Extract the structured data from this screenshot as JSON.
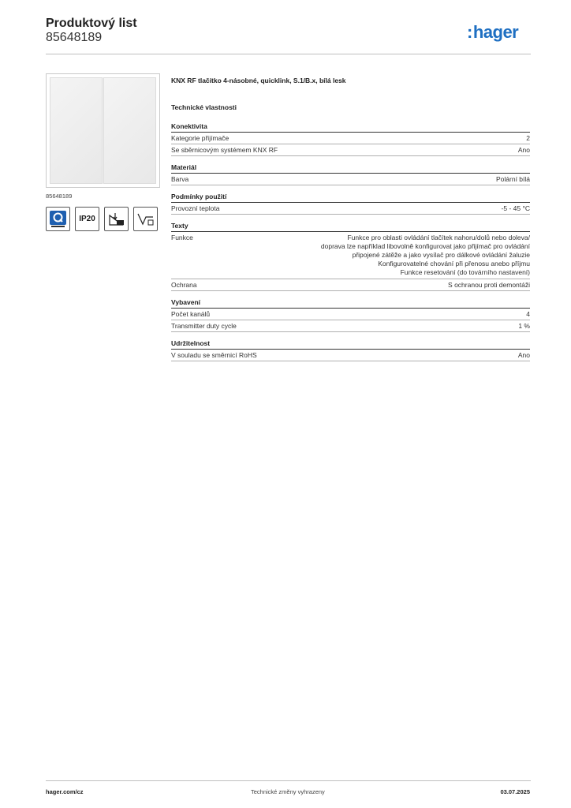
{
  "header": {
    "title": "Produktový list",
    "product_number": "85648189",
    "logo_text": "hager",
    "brand_color": "#1e6fc2"
  },
  "product": {
    "image_ref": "85648189",
    "title": "KNX RF tlačítko 4-násobné, quicklink, S.1/B.x, bílá lesk",
    "badges": {
      "ip": "IP20",
      "icon_names": [
        "quicklink-icon",
        "ip20-badge",
        "mounting-depth-icon",
        "wall-mount-icon"
      ]
    }
  },
  "specs": {
    "heading": "Technické vlastnosti",
    "groups": [
      {
        "title": "Konektivita",
        "rows": [
          {
            "label": "Kategorie přijímače",
            "value": "2"
          },
          {
            "label": "Se sběrnicovým systémem KNX RF",
            "value": "Ano"
          }
        ]
      },
      {
        "title": "Materiál",
        "rows": [
          {
            "label": "Barva",
            "value": "Polární bílá"
          }
        ]
      },
      {
        "title": "Podmínky použití",
        "rows": [
          {
            "label": "Provozní teplota",
            "value": "-5 - 45 °C"
          }
        ]
      },
      {
        "title": "Texty",
        "rows": [
          {
            "label": "Funkce",
            "value_lines": [
              "Funkce pro oblasti ovládání tlačítek nahoru/dolů nebo doleva/",
              "doprava lze například libovolně konfigurovat jako přijímač pro ovládání",
              "připojené zátěže a jako vysílač pro dálkové ovládání žaluzie",
              "Konfigurovatelné chování při přenosu anebo příjmu",
              "Funkce resetování (do továrního nastavení)"
            ]
          },
          {
            "label": "Ochrana",
            "value": "S ochranou proti demontáži"
          }
        ]
      },
      {
        "title": "Vybavení",
        "rows": [
          {
            "label": "Počet kanálů",
            "value": "4"
          },
          {
            "label": "Transmitter duty cycle",
            "value": "1 %"
          }
        ]
      },
      {
        "title": "Udržitelnost",
        "rows": [
          {
            "label": "V souladu se směrnicí RoHS",
            "value": "Ano"
          }
        ]
      }
    ]
  },
  "footer": {
    "website": "hager.com/cz",
    "notice": "Technické změny vyhrazeny",
    "date": "03.07.2025"
  }
}
